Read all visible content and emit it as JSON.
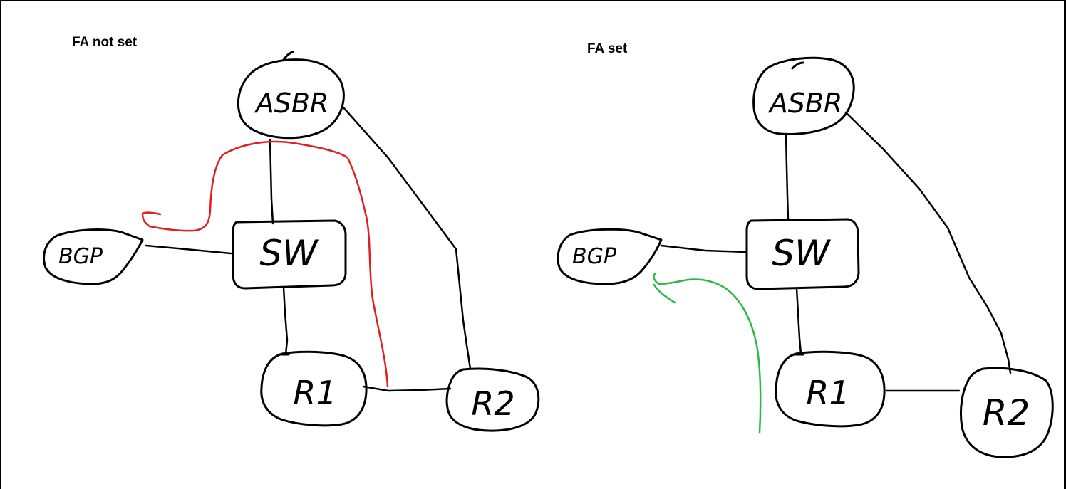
{
  "diagrams": [
    {
      "heading": "FA not set",
      "path_color": "#e02020",
      "nodes": {
        "asbr": "ASBR",
        "sw": "SW",
        "bgp": "BGP",
        "r1": "R1",
        "r2": "R2"
      }
    },
    {
      "heading": "FA set",
      "path_color": "#2db84a",
      "nodes": {
        "asbr": "ASBR",
        "sw": "SW",
        "bgp": "BGP",
        "r1": "R1",
        "r2": "R2"
      }
    }
  ]
}
